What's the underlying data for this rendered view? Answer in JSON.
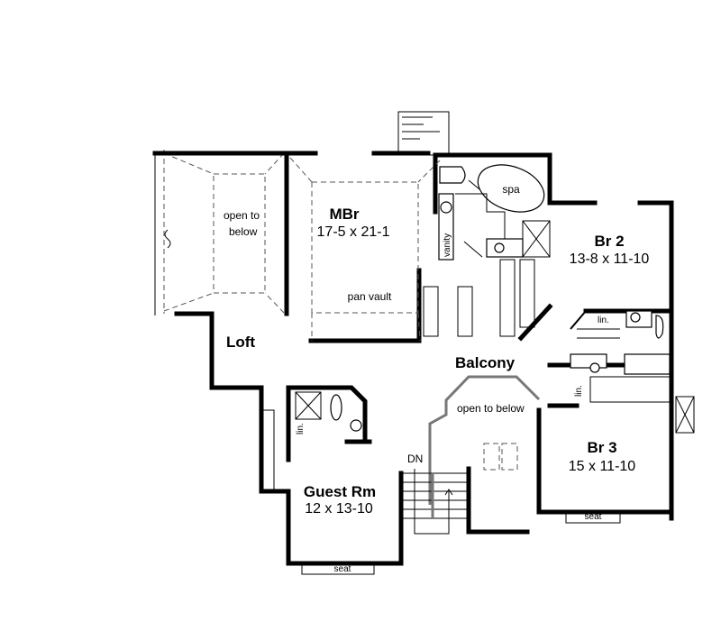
{
  "plan": {
    "rooms": {
      "mbr": {
        "name": "MBr",
        "dims": "17-5 x 21-1",
        "note": "pan vault"
      },
      "br2": {
        "name": "Br 2",
        "dims": "13-8 x 11-10"
      },
      "br3": {
        "name": "Br 3",
        "dims": "15 x 11-10",
        "seat": "seat"
      },
      "guest": {
        "name": "Guest Rm",
        "dims": "12 x 13-10",
        "seat": "seat"
      },
      "loft": {
        "name": "Loft"
      },
      "balcony": {
        "name": "Balcony"
      }
    },
    "open_below_left": {
      "line1": "open to",
      "line2": "below"
    },
    "open_below_center": "open to below",
    "stair_label": "DN",
    "fixtures": {
      "spa": "spa",
      "vanity": "vanity",
      "linen_br2": "lin.",
      "linen_br3": "lin.",
      "linen_guest": "lin."
    },
    "colors": {
      "wall": "#000000",
      "background": "#ffffff",
      "dashed": "#555555"
    }
  }
}
